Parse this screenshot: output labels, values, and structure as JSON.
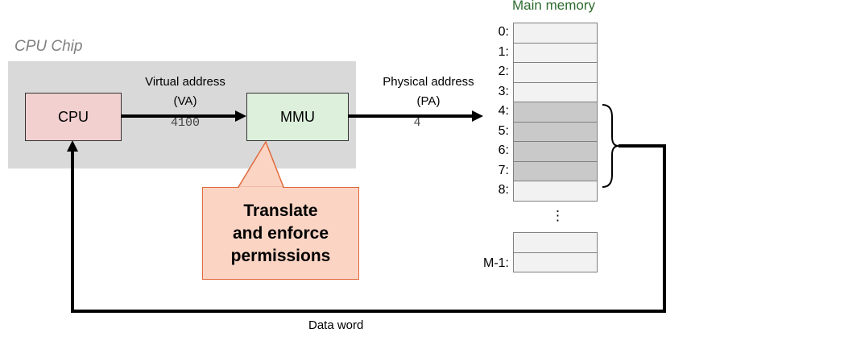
{
  "diagram": {
    "cpu_chip_label": "CPU Chip",
    "cpu_label": "CPU",
    "mmu_label": "MMU",
    "virtual_address_label": "Virtual address",
    "virtual_address_sub": "(VA)",
    "virtual_address_value": "4100",
    "physical_address_label": "Physical address",
    "physical_address_sub": "(PA)",
    "physical_address_value": "4",
    "callout_line1": "Translate",
    "callout_line2": "and enforce",
    "callout_line3": "permissions",
    "data_word_label": "Data word",
    "main_memory_title": "Main memory",
    "vertical_dots": "⋮",
    "memory_rows": [
      {
        "label": "0:",
        "shaded": false
      },
      {
        "label": "1:",
        "shaded": false
      },
      {
        "label": "2:",
        "shaded": false
      },
      {
        "label": "3:",
        "shaded": false
      },
      {
        "label": "4:",
        "shaded": true
      },
      {
        "label": "5:",
        "shaded": true
      },
      {
        "label": "6:",
        "shaded": true
      },
      {
        "label": "7:",
        "shaded": true
      },
      {
        "label": "8:",
        "shaded": false
      }
    ],
    "memory_last_label": "M-1:",
    "colors": {
      "chip_bg": "#d9d9d9",
      "cpu_fill": "#f2d0d0",
      "mmu_fill": "#ddf0dc",
      "callout_fill": "#fbd4c4",
      "callout_border": "#e06a3c",
      "memory_title": "#2e6b2e",
      "cell_fill": "#f2f2f2",
      "cell_shaded": "#c9c9c9",
      "chip_label": "#808080"
    }
  }
}
